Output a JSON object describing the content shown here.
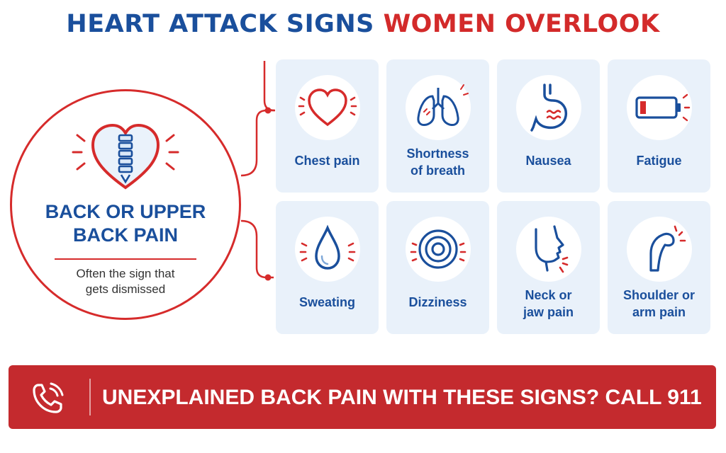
{
  "header": {
    "title_part1": "HEART ATTACK SIGNS",
    "title_part2": "WOMEN OVERLOOK"
  },
  "focus": {
    "icon": "heart-spine-icon",
    "heading_line1": "BACK OR UPPER",
    "heading_line2": "BACK PAIN",
    "subtitle_line1": "Often the sign that",
    "subtitle_line2": "gets dismissed"
  },
  "signs": [
    {
      "icon": "heart-icon",
      "line1": "Chest pain",
      "line2": ""
    },
    {
      "icon": "lungs-icon",
      "line1": "Shortness",
      "line2": "of breath"
    },
    {
      "icon": "stomach-icon",
      "line1": "Nausea",
      "line2": ""
    },
    {
      "icon": "low-battery-icon",
      "line1": "Fatigue",
      "line2": ""
    },
    {
      "icon": "sweat-drop-icon",
      "line1": "Sweating",
      "line2": ""
    },
    {
      "icon": "dizziness-target-icon",
      "line1": "Dizziness",
      "line2": ""
    },
    {
      "icon": "face-profile-icon",
      "line1": "Neck or",
      "line2": "jaw pain"
    },
    {
      "icon": "arm-shoulder-icon",
      "line1": "Shoulder or",
      "line2": "arm pain"
    }
  ],
  "banner": {
    "icon": "phone-icon",
    "text": "UNEXPLAINED BACK PAIN WITH THESE SIGNS? CALL 911"
  },
  "colors": {
    "blue": "#1a4f9c",
    "red": "#d62b2b",
    "card_bg": "#e9f1fa",
    "banner_bg": "#c42a2e"
  }
}
